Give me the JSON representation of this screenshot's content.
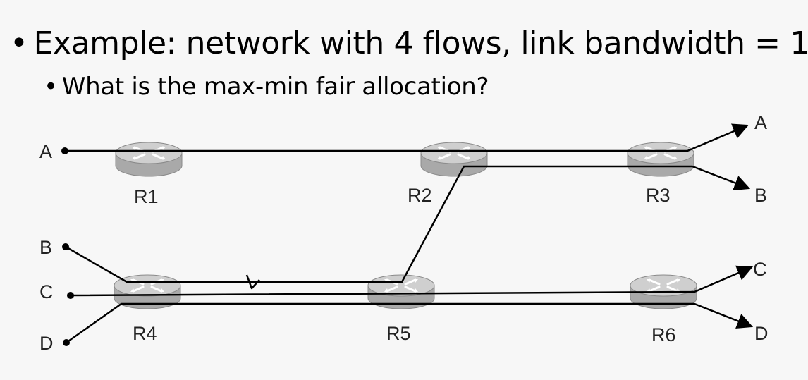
{
  "slide": {
    "bullet1": "Example: network with 4 flows, link bandwidth = 1",
    "bullet2": "What is the max-min fair allocation?",
    "bullet_glyph": "•"
  },
  "diagram": {
    "routers": [
      {
        "id": "r1",
        "label": "R1"
      },
      {
        "id": "r2",
        "label": "R2"
      },
      {
        "id": "r3",
        "label": "R3"
      },
      {
        "id": "r4",
        "label": "R4"
      },
      {
        "id": "r5",
        "label": "R5"
      },
      {
        "id": "r6",
        "label": "R6"
      }
    ],
    "sources": [
      "A",
      "B",
      "C",
      "D"
    ],
    "destinations": [
      "A",
      "B",
      "C",
      "D"
    ],
    "router_colors": {
      "top": "#cfcfcf",
      "side": "#a9a9a9",
      "edge": "#8a8a8a",
      "arrows": "#ffffff"
    },
    "line_color": "#000000"
  }
}
